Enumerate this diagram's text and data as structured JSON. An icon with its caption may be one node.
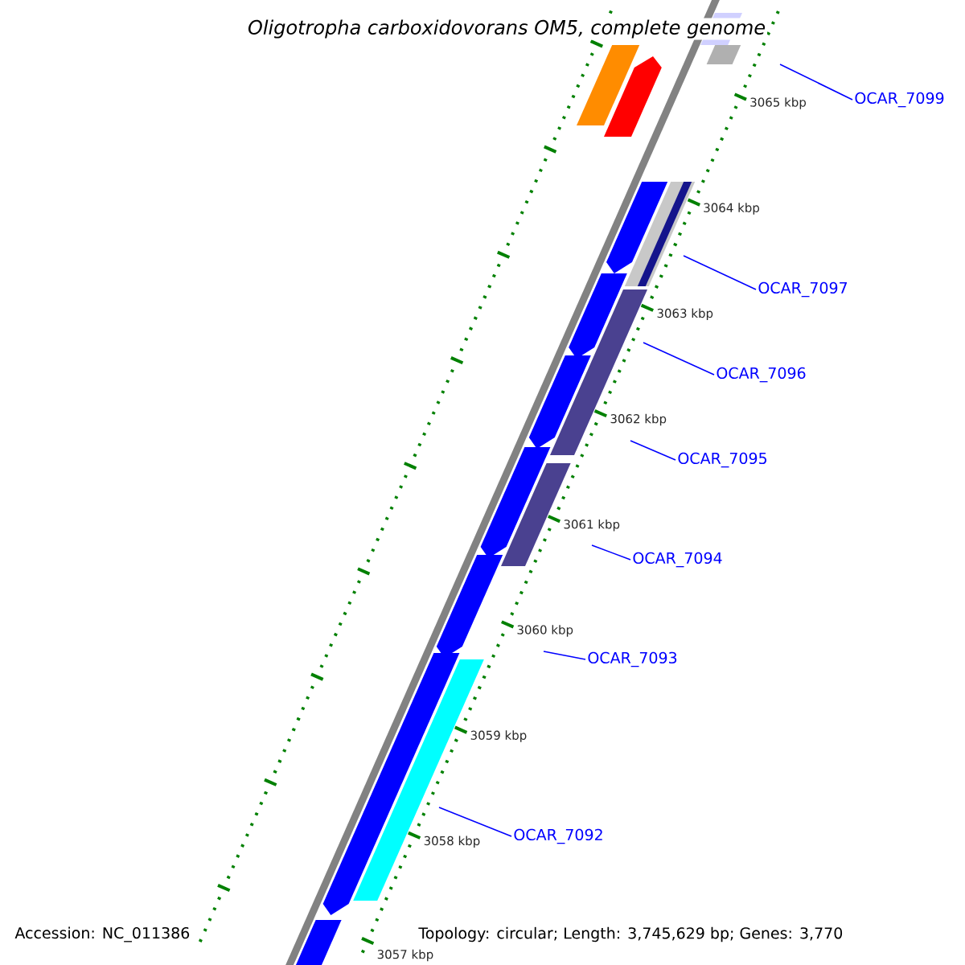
{
  "diagram": {
    "title": "Oligotropha carboxidovorans OM5, complete genome",
    "nodes": [
      {
        "text": [
          "OCAR_7099"
        ]
      },
      {
        "text": [
          "OCAR_7097"
        ]
      },
      {
        "text": [
          "OCAR_7096"
        ]
      },
      {
        "text": [
          "OCAR_7095"
        ]
      },
      {
        "text": [
          "OCAR_7094"
        ]
      },
      {
        "text": [
          "OCAR_7093"
        ]
      },
      {
        "text": [
          "OCAR_7092"
        ]
      }
    ],
    "edges": [
      {
        "from": 0,
        "to": null,
        "arrow": "none"
      },
      {
        "from": 1,
        "to": null,
        "arrow": "none"
      },
      {
        "from": 2,
        "to": null,
        "arrow": "none"
      },
      {
        "from": 3,
        "to": null,
        "arrow": "none"
      },
      {
        "from": 4,
        "to": null,
        "arrow": "none"
      },
      {
        "from": 5,
        "to": null,
        "arrow": "none"
      },
      {
        "from": 6,
        "to": null,
        "arrow": "none"
      }
    ],
    "labels": [
      "3065 kbp",
      "3064 kbp",
      "3063 kbp",
      "3062 kbp",
      "3061 kbp",
      "3060 kbp",
      "3059 kbp",
      "3058 kbp",
      "3057 kbp",
      "Accession: NC_011386",
      "Topology: circular; Length: 3,745,629 bp; Genes: 3,770"
    ]
  }
}
